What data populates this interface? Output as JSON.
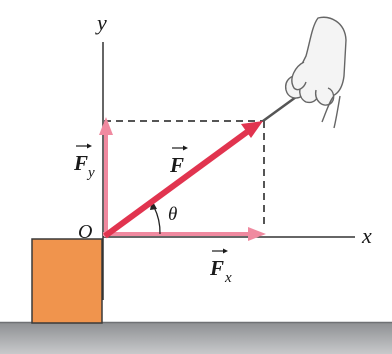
{
  "labels": {
    "y_axis": "y",
    "x_axis": "x",
    "origin": "O",
    "force": "F",
    "force_y_main": "F",
    "force_y_sub": "y",
    "force_x_main": "F",
    "force_x_sub": "x",
    "angle": "θ"
  },
  "colors": {
    "force_arrow": "#e1344f",
    "component_arrow": "#f08aa0",
    "block_fill": "#f0944d",
    "block_stroke": "#3a3a3a",
    "ground": "#a9aaac",
    "axis": "#333333",
    "dashed": "#555555",
    "hand_fill": "#f4f4f4",
    "hand_stroke": "#666666"
  },
  "icons": {
    "hand": "hand-pulling-rope-icon"
  }
}
